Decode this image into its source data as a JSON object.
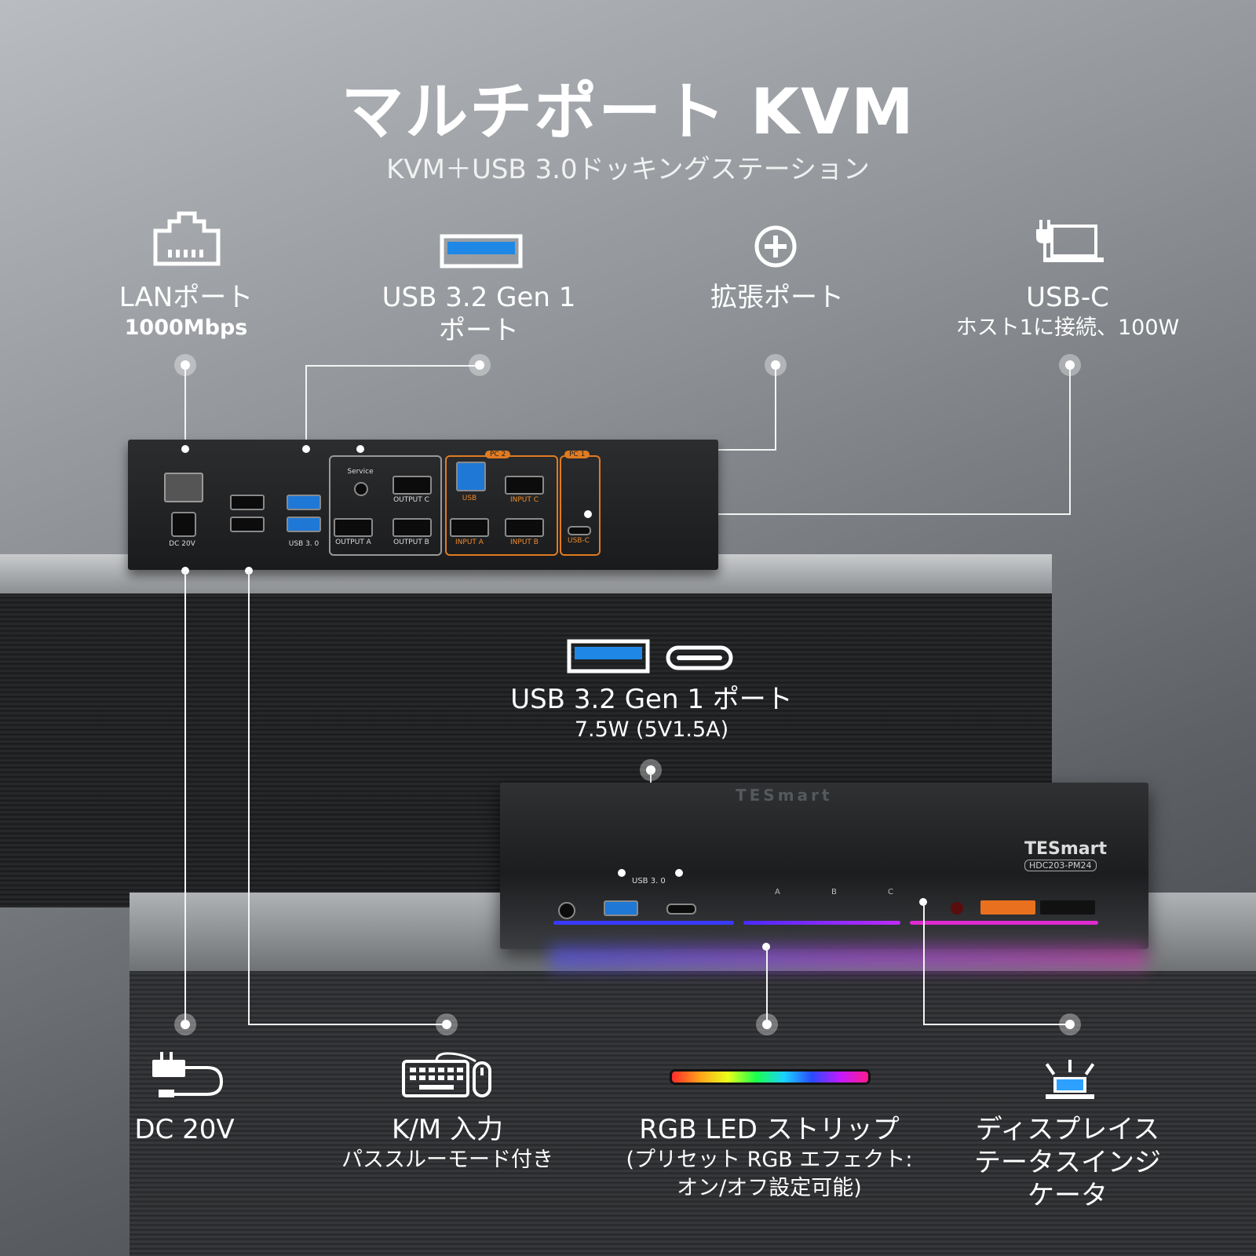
{
  "title": "マルチポート KVM",
  "subtitle": "KVM＋USB 3.0ドッキングステーション",
  "features_top": [
    {
      "icon": "ethernet-port-icon",
      "label": "LANポート",
      "sub": "1000Mbps"
    },
    {
      "icon": "usb-a-port-icon",
      "label": "USB 3.2 Gen 1",
      "label2": "ポート"
    },
    {
      "icon": "expansion-plus-icon",
      "label": "拡張ポート"
    },
    {
      "icon": "usb-c-laptop-charge-icon",
      "label": "USB-C",
      "sub": "ホスト1に接続、100W"
    }
  ],
  "feature_mid": {
    "icons": [
      "usb-a-port-icon",
      "usb-c-port-icon"
    ],
    "label": "USB 3.2 Gen 1 ポート",
    "sub": "7.5W (5V1.5A)"
  },
  "features_bottom": [
    {
      "icon": "power-adapter-icon",
      "label": "DC 20V"
    },
    {
      "icon": "keyboard-mouse-icon",
      "label": "K/M 入力",
      "sub": "パススルーモード付き"
    },
    {
      "icon": "rgb-led-strip-icon",
      "label": "RGB LED ストリップ",
      "sub": "(プリセット RGB エフェクト:",
      "sub2": "オン/オフ設定可能)"
    },
    {
      "icon": "indicator-light-icon",
      "label": "ディスプレイス",
      "label2": "テータスインジ",
      "label3": "ケータ"
    }
  ],
  "rear_panel": {
    "dc": "DC 20V",
    "usb30": "USB 3. 0",
    "service": "Service",
    "output_a": "OUTPUT A",
    "output_b": "OUTPUT B",
    "output_c": "OUTPUT C",
    "pc2": "PC 2",
    "pc1": "PC 1",
    "usb": "USB",
    "input_a": "INPUT A",
    "input_b": "INPUT B",
    "input_c": "INPUT C",
    "usbc": "USB-C"
  },
  "front_panel": {
    "brand": "TESmart",
    "model": "HDC203-PM24",
    "usb30": "USB 3. 0",
    "a": "A",
    "b": "B",
    "c": "C"
  },
  "colors": {
    "accent_orange": "#e07b22",
    "usb_blue": "#1f78d6"
  }
}
